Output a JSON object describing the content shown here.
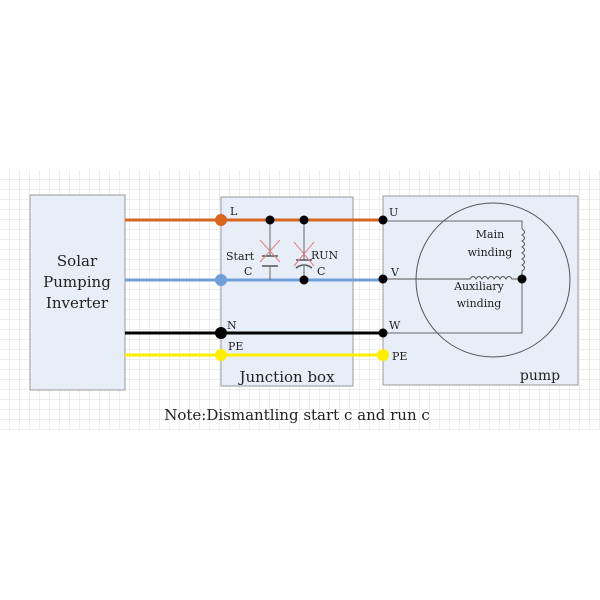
{
  "inverter": {
    "lines": [
      "Solar",
      "Pumping",
      "Inverter"
    ]
  },
  "junction_box": {
    "title": "Junction box",
    "terminals": {
      "L": "L",
      "N": "N",
      "PE": "PE"
    },
    "start_cap": [
      "Start",
      "C"
    ],
    "run_cap": [
      "RUN",
      "C"
    ]
  },
  "pump": {
    "title": "pump",
    "terminals": {
      "U": "U",
      "V": "V",
      "W": "W",
      "PE": "PE"
    },
    "main_winding": [
      "Main",
      "winding"
    ],
    "aux_winding": [
      "Auxiliary",
      "winding"
    ]
  },
  "note": "Note:Dismantling start c and run c",
  "colors": {
    "L": "#d9661f",
    "V": "#6f9fd8",
    "N": "#000000",
    "PE": "#ffee00",
    "box": "#e8eef8",
    "cross": "#e08080"
  }
}
